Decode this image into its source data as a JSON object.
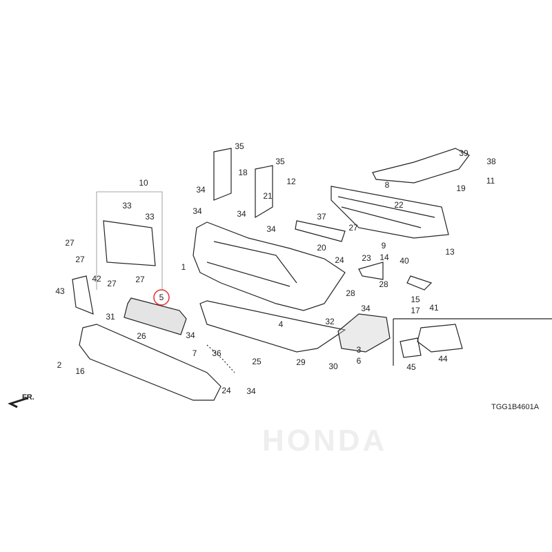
{
  "watermark": "HONDA",
  "diagram_code": "TGG1B4601A",
  "direction_label": "FR.",
  "highlight_color": "#e03030",
  "highlighted_part": "5",
  "callouts": [
    {
      "id": "c35a",
      "text": "35"
    },
    {
      "id": "c35b",
      "text": "35"
    },
    {
      "id": "c18",
      "text": "18"
    },
    {
      "id": "c34a",
      "text": "34"
    },
    {
      "id": "c12",
      "text": "12"
    },
    {
      "id": "c21",
      "text": "21"
    },
    {
      "id": "c34b",
      "text": "34"
    },
    {
      "id": "c34c",
      "text": "34"
    },
    {
      "id": "c34d",
      "text": "34"
    },
    {
      "id": "c10",
      "text": "10"
    },
    {
      "id": "c33a",
      "text": "33"
    },
    {
      "id": "c33b",
      "text": "33"
    },
    {
      "id": "c27a",
      "text": "27"
    },
    {
      "id": "c27b",
      "text": "27"
    },
    {
      "id": "c39",
      "text": "39"
    },
    {
      "id": "c38",
      "text": "38"
    },
    {
      "id": "c11",
      "text": "11"
    },
    {
      "id": "c19",
      "text": "19"
    },
    {
      "id": "c8",
      "text": "8"
    },
    {
      "id": "c22",
      "text": "22"
    },
    {
      "id": "c37",
      "text": "37"
    },
    {
      "id": "c27c",
      "text": "27"
    },
    {
      "id": "c20",
      "text": "20"
    },
    {
      "id": "c9",
      "text": "9"
    },
    {
      "id": "c14",
      "text": "14"
    },
    {
      "id": "c13",
      "text": "13"
    },
    {
      "id": "c23",
      "text": "23"
    },
    {
      "id": "c40",
      "text": "40"
    },
    {
      "id": "c1",
      "text": "1"
    },
    {
      "id": "c24a",
      "text": "24"
    },
    {
      "id": "c28a",
      "text": "28"
    },
    {
      "id": "c28b",
      "text": "28"
    },
    {
      "id": "c15",
      "text": "15"
    },
    {
      "id": "c17",
      "text": "17"
    },
    {
      "id": "c41",
      "text": "41"
    },
    {
      "id": "c42",
      "text": "42"
    },
    {
      "id": "c27d",
      "text": "27"
    },
    {
      "id": "c27e",
      "text": "27"
    },
    {
      "id": "c43",
      "text": "43"
    },
    {
      "id": "c5",
      "text": "5"
    },
    {
      "id": "c34e",
      "text": "34"
    },
    {
      "id": "c32",
      "text": "32"
    },
    {
      "id": "c31",
      "text": "31"
    },
    {
      "id": "c26",
      "text": "26"
    },
    {
      "id": "c4",
      "text": "4"
    },
    {
      "id": "c34f",
      "text": "34"
    },
    {
      "id": "c3",
      "text": "3"
    },
    {
      "id": "c6",
      "text": "6"
    },
    {
      "id": "c45",
      "text": "45"
    },
    {
      "id": "c44",
      "text": "44"
    },
    {
      "id": "c7",
      "text": "7"
    },
    {
      "id": "c36",
      "text": "36"
    },
    {
      "id": "c25",
      "text": "25"
    },
    {
      "id": "c29",
      "text": "29"
    },
    {
      "id": "c30",
      "text": "30"
    },
    {
      "id": "c2",
      "text": "2"
    },
    {
      "id": "c16",
      "text": "16"
    },
    {
      "id": "c24b",
      "text": "24"
    },
    {
      "id": "c34g",
      "text": "34"
    }
  ]
}
